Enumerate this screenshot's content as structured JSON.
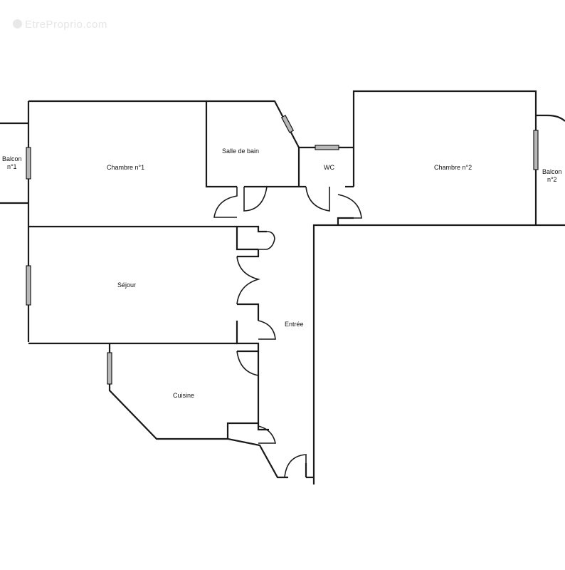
{
  "watermark": {
    "text": "EtreProprio.com",
    "icon": "logo-circle-icon"
  },
  "rooms": {
    "chambre1": "Chambre n°1",
    "salle_de_bain": "Salle de bain",
    "wc": "WC",
    "chambre2": "Chambre n°2",
    "sejour": "Séjour",
    "entree": "Entrée",
    "cuisine": "Cuisine"
  },
  "balconies": {
    "balcon1_line1": "Balcon",
    "balcon1_line2": "n°1",
    "balcon2_line1": "Balcon",
    "balcon2_line2": "n°2"
  },
  "colors": {
    "wall": "#1a1a1a",
    "window_fill": "#b8b8b8",
    "background": "#ffffff"
  }
}
